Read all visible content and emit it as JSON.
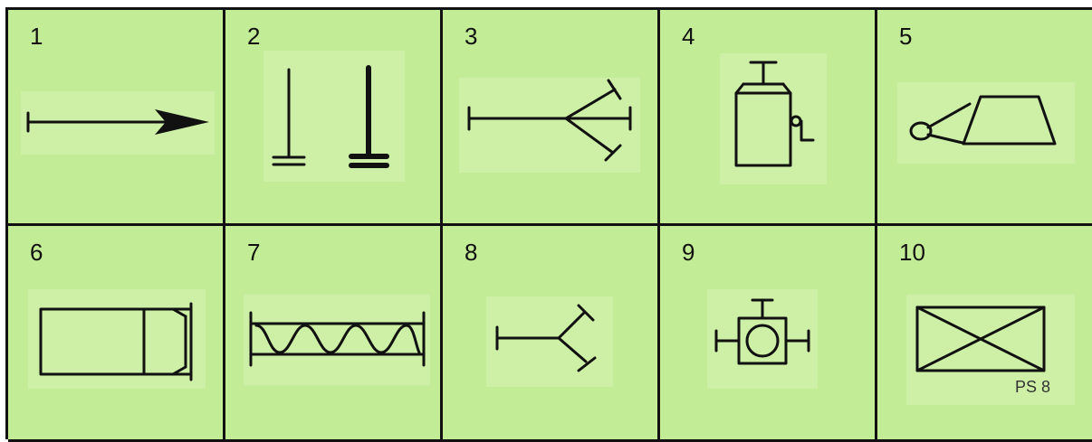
{
  "cells": [
    {
      "number": "1",
      "icon": "arrow-icon"
    },
    {
      "number": "2",
      "icon": "ground-stakes-icon"
    },
    {
      "number": "3",
      "icon": "three-way-branch-icon"
    },
    {
      "number": "4",
      "icon": "hand-pump-icon"
    },
    {
      "number": "5",
      "icon": "trailer-icon"
    },
    {
      "number": "6",
      "icon": "container-box-icon"
    },
    {
      "number": "7",
      "icon": "screw-conveyor-icon"
    },
    {
      "number": "8",
      "icon": "two-way-branch-icon"
    },
    {
      "number": "9",
      "icon": "circular-valve-icon"
    },
    {
      "number": "10",
      "icon": "crossed-box-icon",
      "label": "PS 8"
    }
  ],
  "colors": {
    "background": "#c2ec96",
    "lines": "#111111"
  }
}
